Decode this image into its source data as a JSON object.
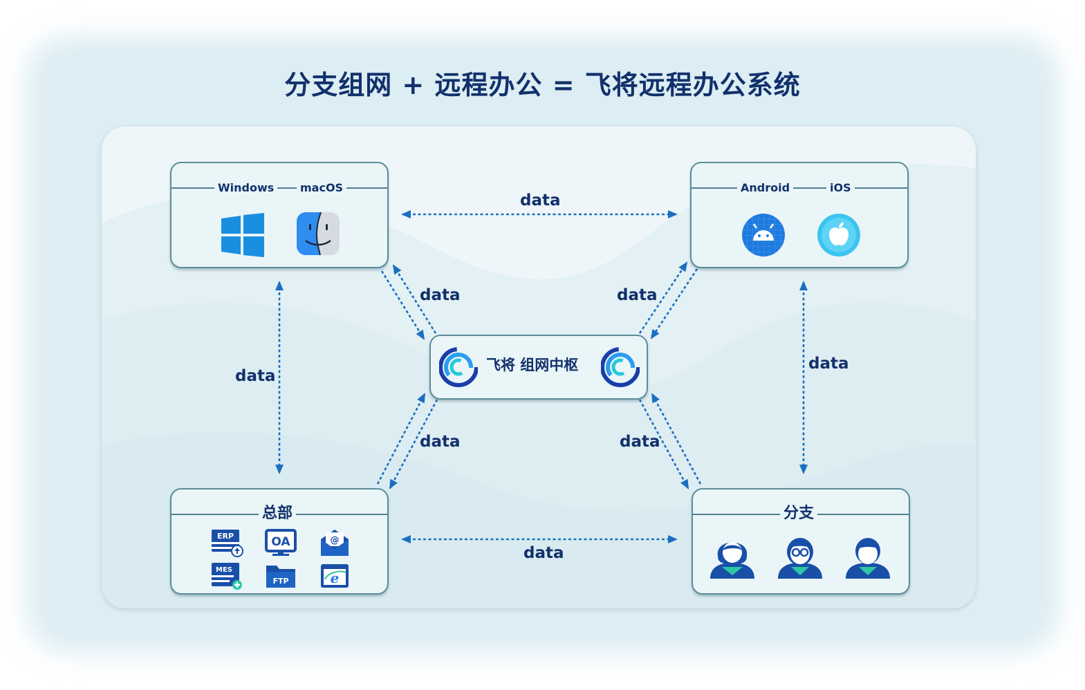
{
  "title": "分支组网 + 远程办公 = 飞将远程办公系统",
  "top_left_card": {
    "labels": [
      "Windows",
      "macOS"
    ],
    "icons": [
      "windows-logo-icon",
      "macos-finder-icon"
    ]
  },
  "top_right_card": {
    "labels": [
      "Android",
      "iOS"
    ],
    "icons": [
      "android-icon",
      "apple-icon"
    ]
  },
  "hub": {
    "label": "飞将 组网中枢",
    "icons": [
      "feijiang-logo-icon",
      "feijiang-logo-icon"
    ]
  },
  "hq_card": {
    "label": "总部",
    "apps": [
      "ERP",
      "OA",
      "MES",
      "FTP"
    ],
    "icons": [
      "erp-icon",
      "oa-icon",
      "email-icon",
      "mes-icon",
      "ftp-icon",
      "browser-icon"
    ]
  },
  "branch_card": {
    "label": "分支",
    "icons": [
      "user-female-icon",
      "user-glasses-icon",
      "user-male-icon"
    ]
  },
  "connections": {
    "top": "data",
    "bottom": "data",
    "left": "data",
    "right": "data",
    "diag_top_left": "data",
    "diag_top_right": "data",
    "diag_bottom_left": "data",
    "diag_bottom_right": "data"
  },
  "colors": {
    "title": "#12306b",
    "arrow": "#1a6fbf",
    "card_border": "#5c8c9a",
    "panel_bg": "#eef6f9"
  }
}
